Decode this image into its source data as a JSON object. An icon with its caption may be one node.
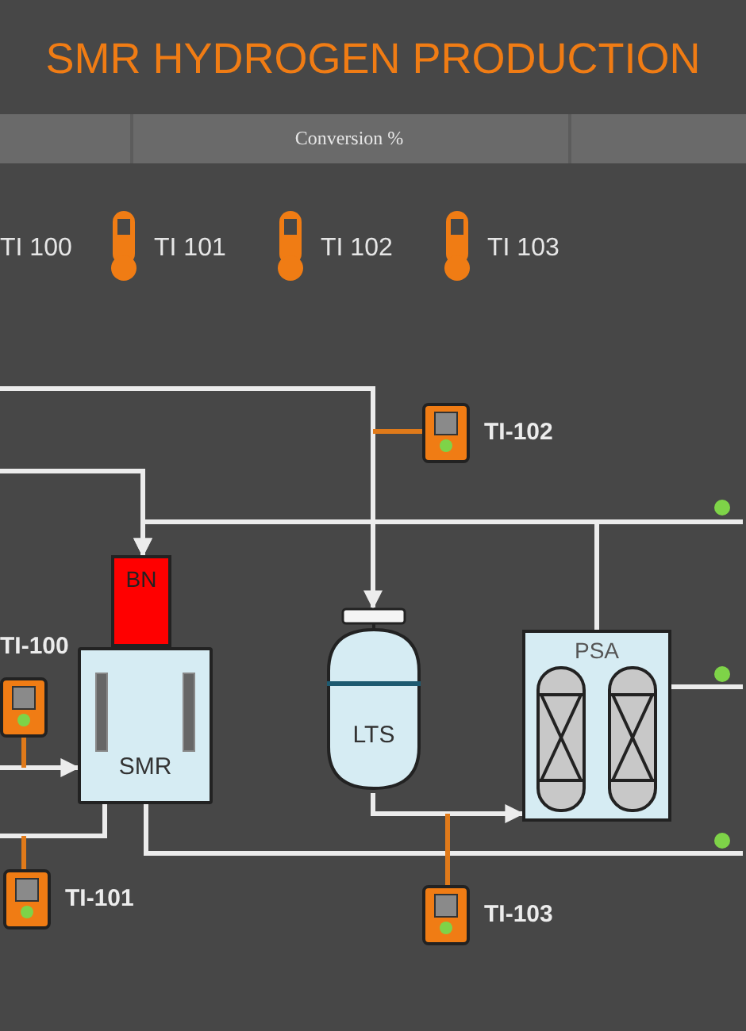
{
  "diagram": {
    "title": "SMR HYDROGEN PRODUCTION",
    "nodes": [
      {
        "text": [
          "TI-102"
        ]
      },
      {
        "text": [
          "BN"
        ]
      },
      {
        "text": [
          "TI-100"
        ]
      },
      {
        "text": [
          "SMR"
        ]
      },
      {
        "text": [
          "LTS"
        ]
      },
      {
        "text": [
          "PSA"
        ]
      },
      {
        "text": [
          "TI-101"
        ]
      },
      {
        "text": [
          "TI-103"
        ]
      }
    ],
    "edges": [
      {
        "from": null,
        "to": 1,
        "arrow": "to"
      },
      {
        "from": null,
        "to": 4,
        "arrow": "to"
      },
      {
        "from": 5,
        "to": 1,
        "arrow": "to"
      },
      {
        "from": 5,
        "to": null,
        "arrow": "none"
      },
      {
        "from": null,
        "to": 3,
        "arrow": "to"
      },
      {
        "from": 3,
        "to": null,
        "arrow": "none"
      },
      {
        "from": 3,
        "to": null,
        "arrow": "none"
      },
      {
        "from": 4,
        "to": 5,
        "arrow": "to"
      },
      {
        "from": 5,
        "to": null,
        "arrow": "none"
      },
      {
        "from": 0,
        "to": null,
        "arrow": "none",
        "color": "#e07a1a"
      },
      {
        "from": 2,
        "to": null,
        "arrow": "none",
        "color": "#e07a1a"
      },
      {
        "from": 6,
        "to": null,
        "arrow": "none",
        "color": "#e07a1a"
      },
      {
        "from": 7,
        "to": null,
        "arrow": "none",
        "color": "#e07a1a"
      }
    ],
    "labels": [
      "Conversion %",
      "TI 100",
      "TI 101",
      "TI 102",
      "TI 103"
    ]
  }
}
